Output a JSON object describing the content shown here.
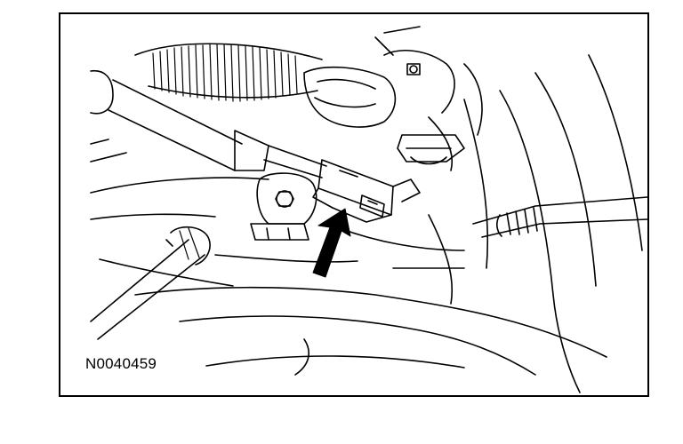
{
  "figure": {
    "id_label": "N0040459",
    "line_color": "#000000",
    "background": "#ffffff",
    "callouts": [
      {
        "name": "arrow-pointing-to-connector",
        "icon": "up-right-arrow"
      }
    ]
  }
}
